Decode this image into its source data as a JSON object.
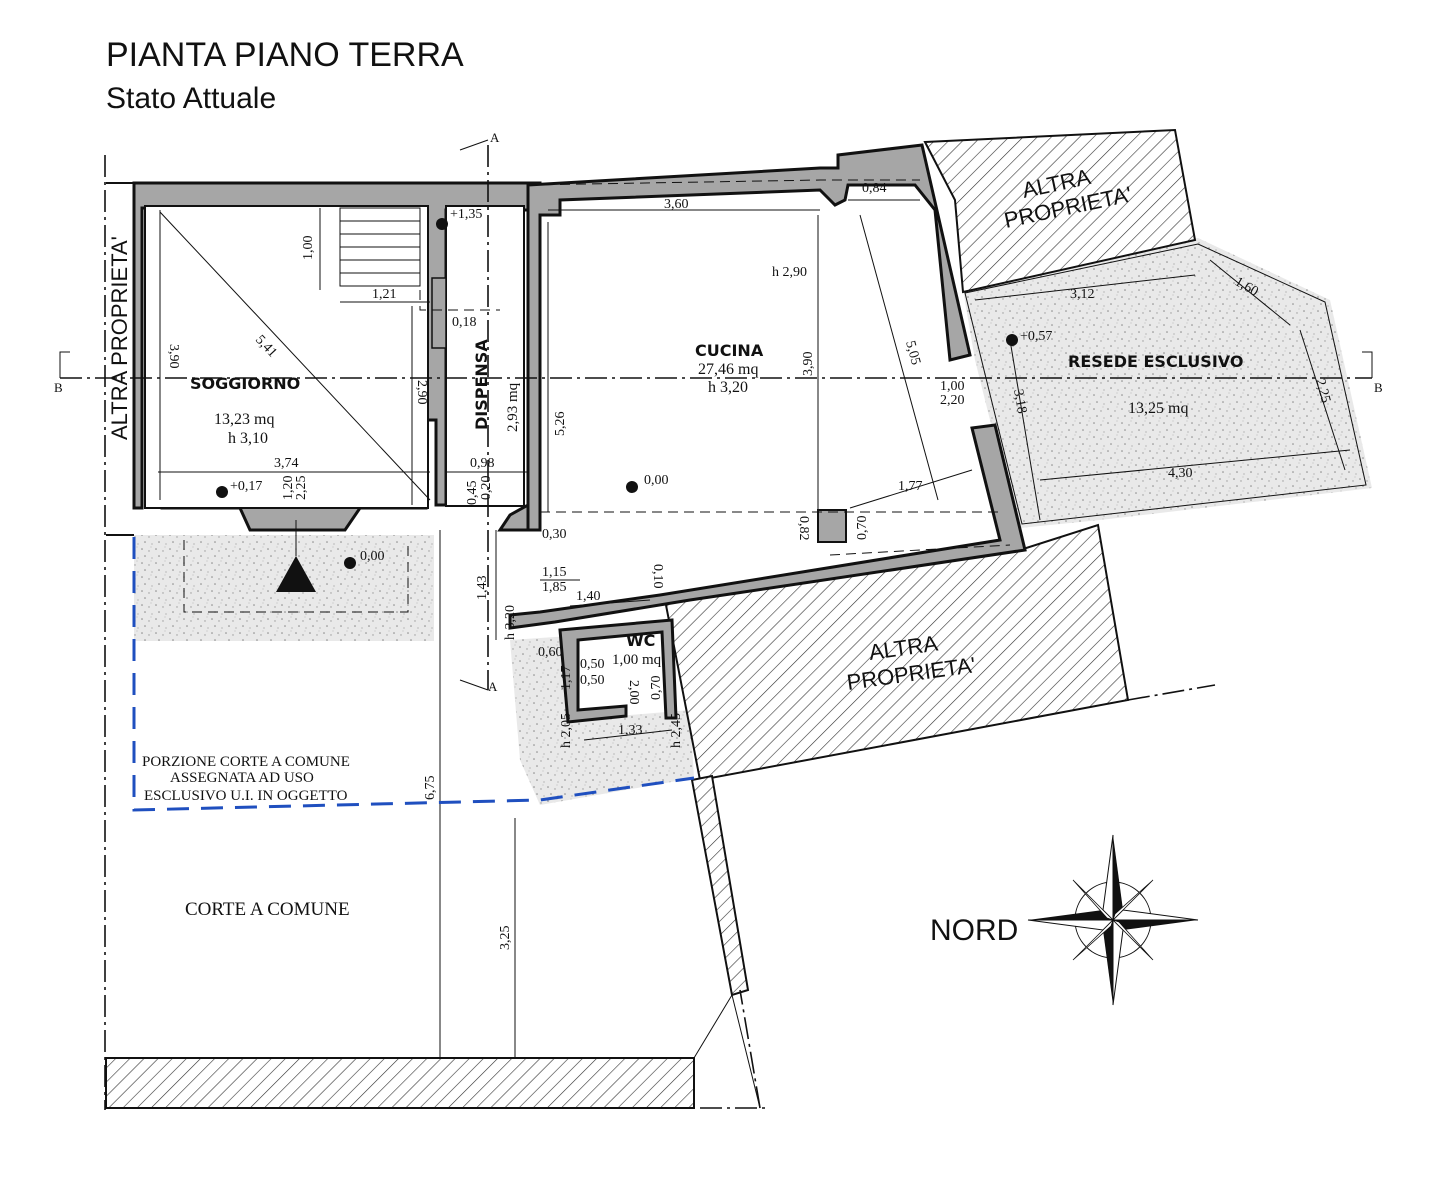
{
  "title": "PIANTA PIANO TERRA",
  "subtitle": "Stato Attuale",
  "rooms": {
    "soggiorno": {
      "name": "SOGGIORNO",
      "area": "13,23 mq",
      "height": "h 3,10"
    },
    "dispensa": {
      "name": "DISPENSA",
      "area": "2,93 mq"
    },
    "cucina": {
      "name": "CUCINA",
      "area": "27,46 mq",
      "height": "h 3,20"
    },
    "wc": {
      "name": "WC",
      "area": "1,00 mq"
    },
    "resede": {
      "name": "RESEDE ESCLUSIVO",
      "area": "13,25 mq"
    }
  },
  "labels": {
    "altra_proprieta_left": "ALTRA PROPRIETA'",
    "altra_proprieta_top_l1": "ALTRA",
    "altra_proprieta_top_l2": "PROPRIETA'",
    "altra_proprieta_bottom_l1": "ALTRA",
    "altra_proprieta_bottom_l2": "PROPRIETA'",
    "porzione_l1": "PORZIONE CORTE A COMUNE",
    "porzione_l2": "ASSEGNATA AD USO",
    "porzione_l3": "ESCLUSIVO U.I. IN OGGETTO",
    "corte": "CORTE A COMUNE",
    "nord": "NORD",
    "section_a": "A",
    "section_b": "B",
    "h_cucina_ceiling": "h 2,90",
    "h_cucina_lower": "h 3,20",
    "h_wc_1": "h 2,05",
    "h_wc_2": "h 2,45"
  },
  "levels": [
    "+1,35",
    "+0,17",
    "0,00",
    "0,00",
    "+0,57"
  ],
  "dimensions": {
    "d100": "1,00",
    "d121": "1,21",
    "d018": "0,18",
    "d390a": "3,90",
    "d541": "5,41",
    "d290": "2,90",
    "d374": "3,74",
    "d120": "1,20",
    "d225": "2,25",
    "d098": "0,98",
    "d045": "0,45",
    "d020": "0,20",
    "d360": "3,60",
    "d084": "0,84",
    "d526": "5,26",
    "d390b": "3,90",
    "d505": "5,05",
    "d100b": "1,00",
    "d220": "2,20",
    "d177": "1,77",
    "d082": "0,82",
    "d070": "0,70",
    "d030": "0,30",
    "d115": "1,15",
    "d185": "1,85",
    "d143": "1,43",
    "d140": "1,40",
    "d010": "0,10",
    "d060": "0,60",
    "d050a": "0,50",
    "d050b": "0,50",
    "d117": "1,17",
    "d200": "2,00",
    "d070b": "0,70",
    "d133": "1,33",
    "d312": "3,12",
    "d160": "1,60",
    "d318": "3,18",
    "d225b": "2,25",
    "d430": "4,30",
    "d675": "6,75",
    "d325": "3,25"
  },
  "colors": {
    "wall": "#a6a6a6",
    "boundary": "#1f4fbf",
    "ink": "#111111"
  }
}
